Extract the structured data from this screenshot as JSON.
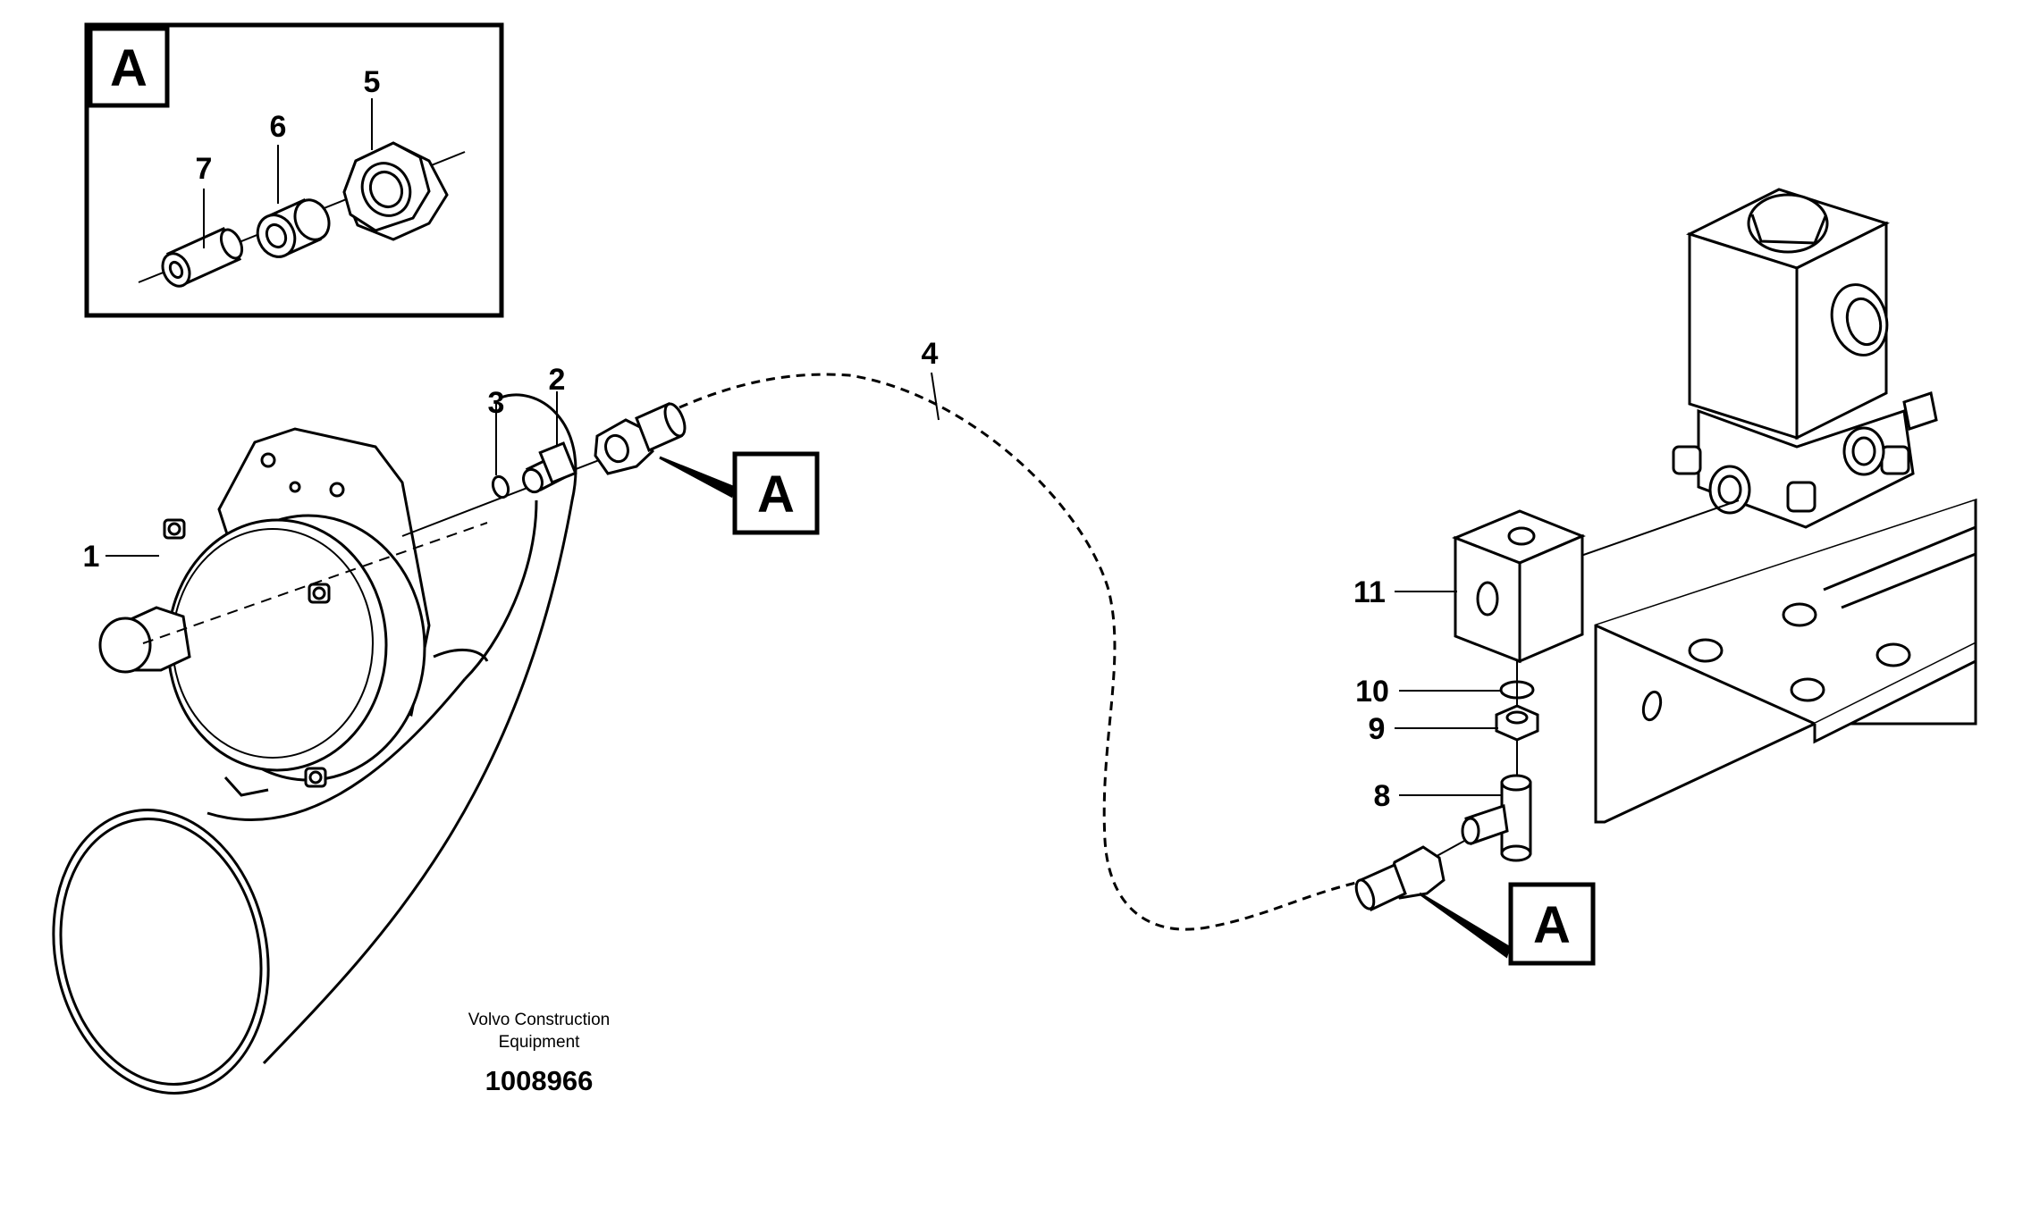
{
  "detail_view": {
    "label": "A"
  },
  "callouts": [
    {
      "id": "1",
      "text": "1"
    },
    {
      "id": "2",
      "text": "2"
    },
    {
      "id": "3",
      "text": "3"
    },
    {
      "id": "4",
      "text": "4"
    },
    {
      "id": "5",
      "text": "5"
    },
    {
      "id": "6",
      "text": "6"
    },
    {
      "id": "7",
      "text": "7"
    },
    {
      "id": "8",
      "text": "8"
    },
    {
      "id": "9",
      "text": "9"
    },
    {
      "id": "10",
      "text": "10"
    },
    {
      "id": "11",
      "text": "11"
    }
  ],
  "detail_refs": [
    "A",
    "A"
  ],
  "caption": {
    "line1": "Volvo Construction",
    "line2": "Equipment",
    "code": "1008966"
  }
}
